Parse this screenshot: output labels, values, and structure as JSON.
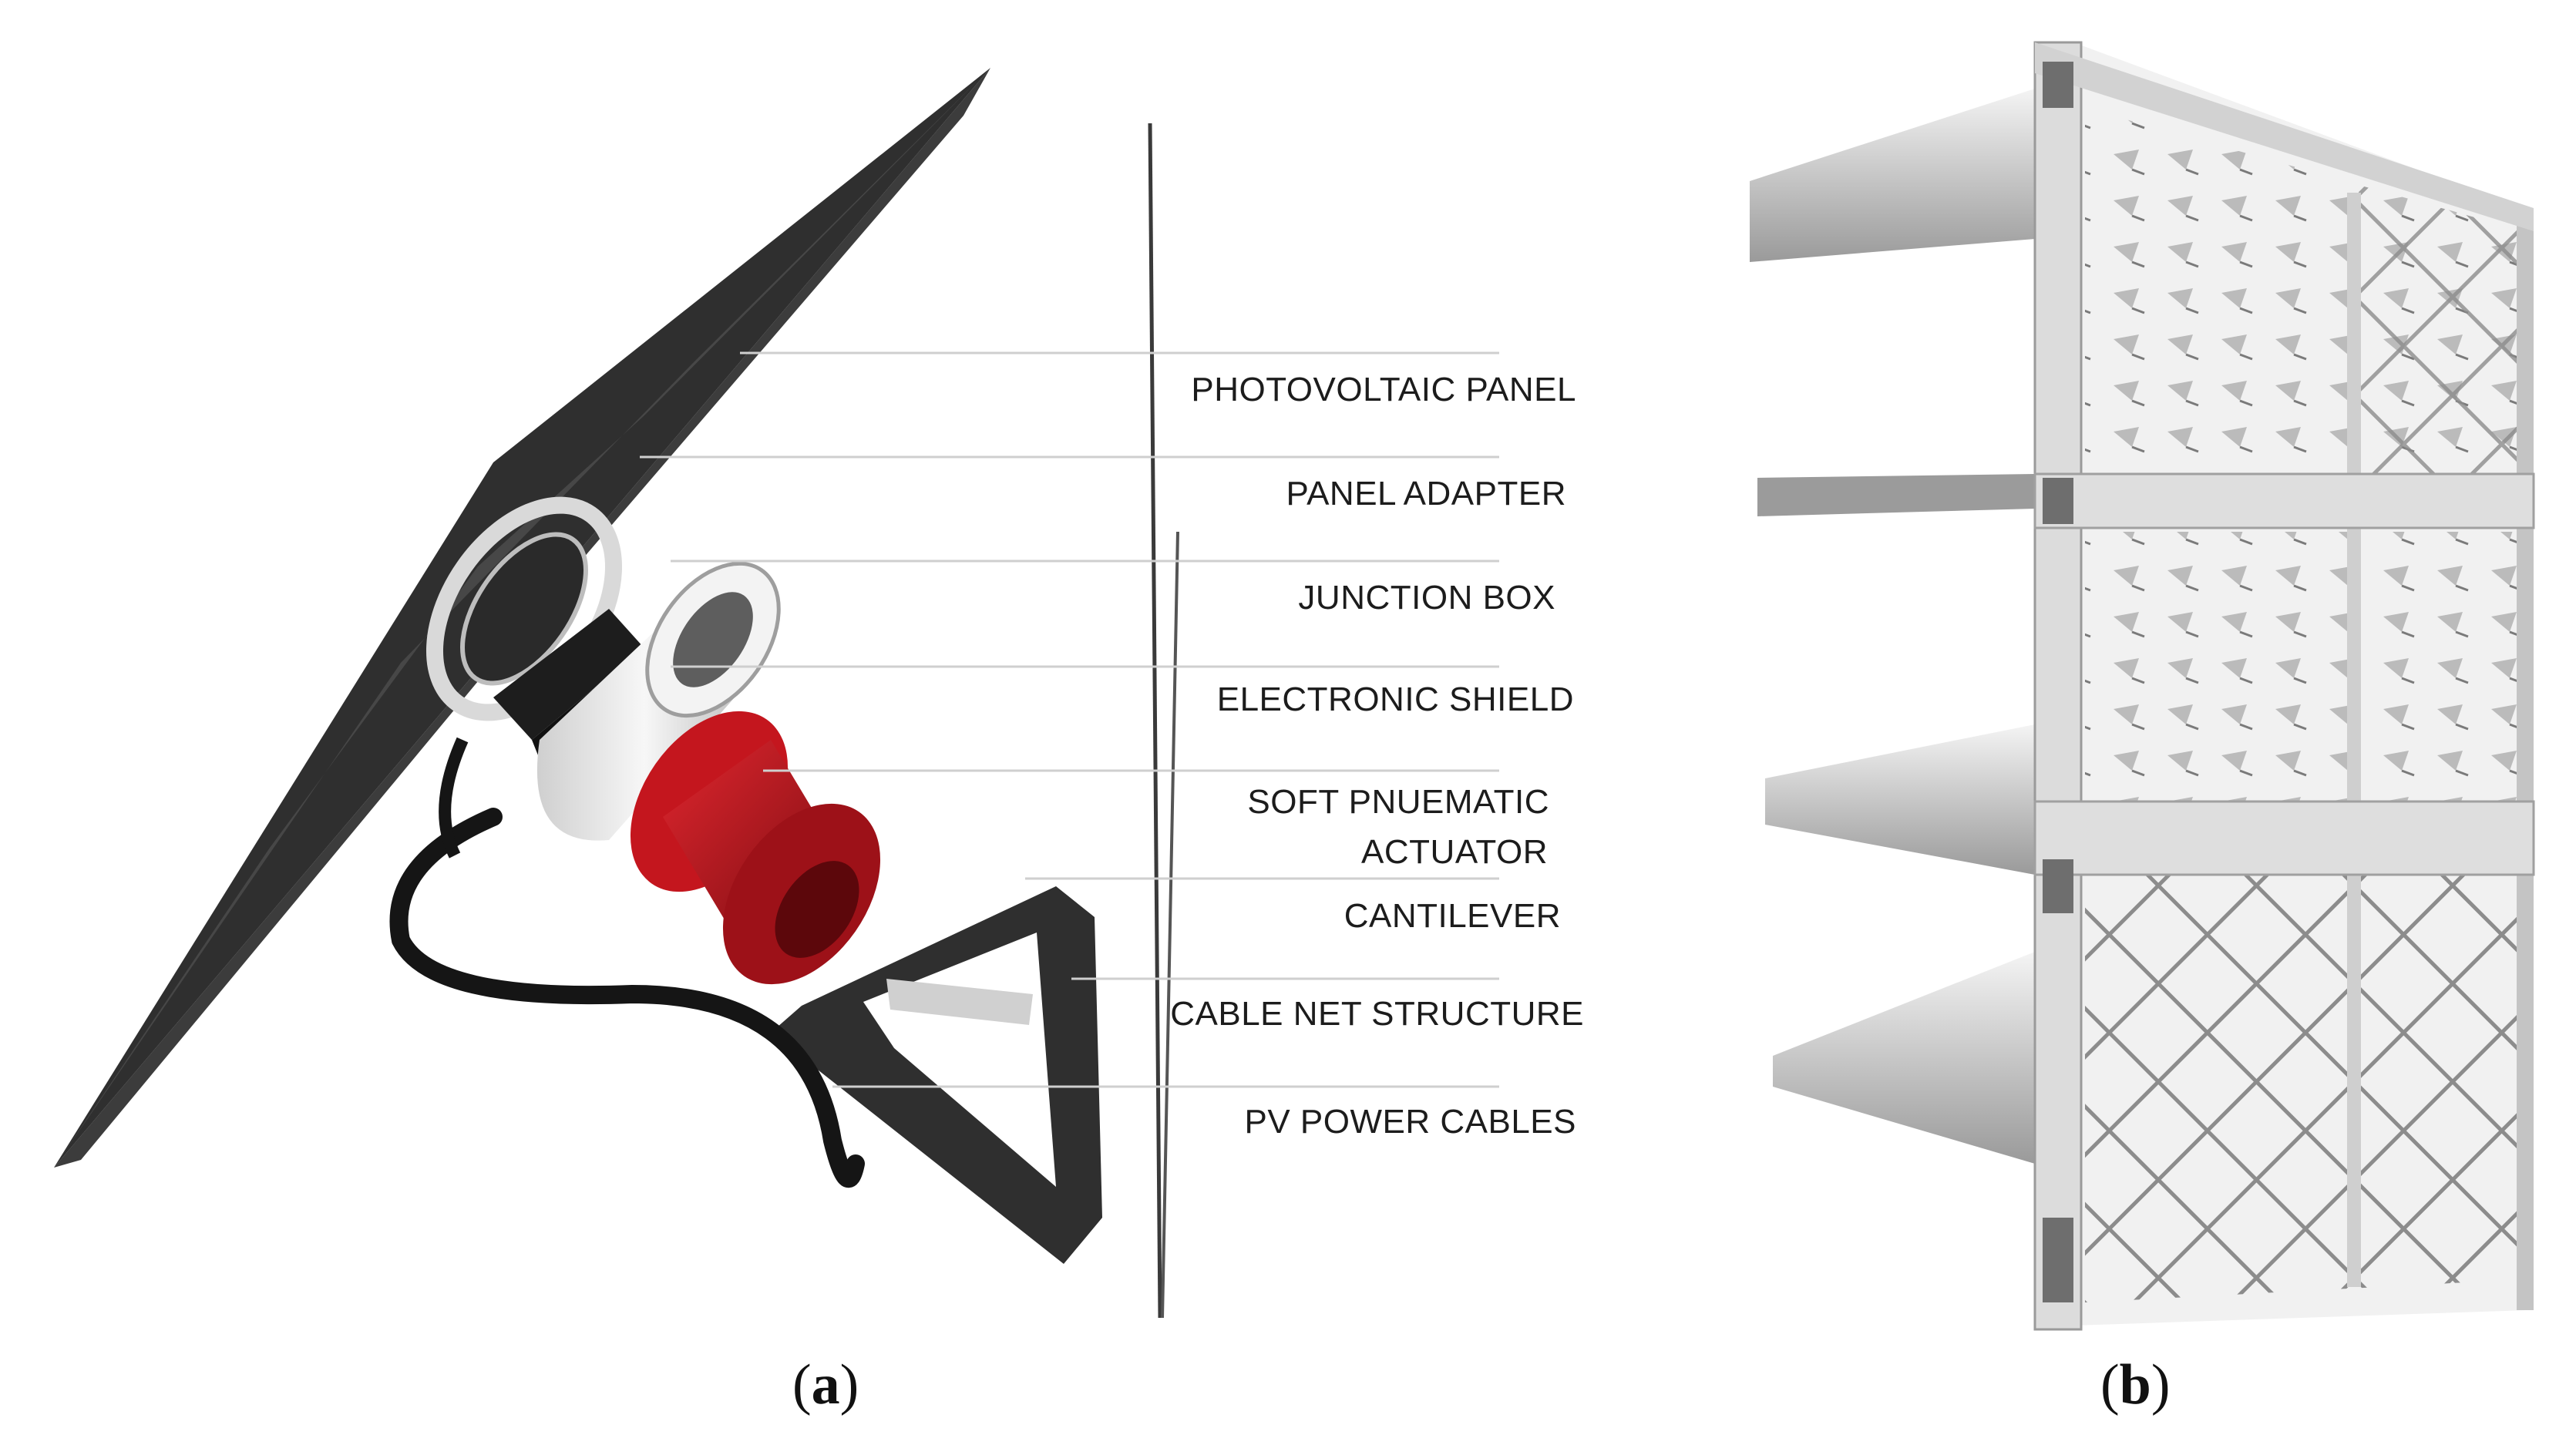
{
  "panel_a": {
    "labels": [
      "PHOTOVOLTAIC PANEL",
      "PANEL ADAPTER",
      "JUNCTION BOX",
      "ELECTRONIC SHIELD",
      "SOFT PNUEMATIC",
      "ACTUATOR",
      "CANTILEVER",
      "CABLE NET STRUCTURE",
      "PV POWER CABLES"
    ],
    "caption_letter": "a"
  },
  "panel_b": {
    "caption_letter": "b"
  },
  "colors": {
    "pv_panel": "#3a3a3a",
    "actuator": "#b0141b",
    "shield": "#e8e8e8",
    "cantilever": "#2f2f2f",
    "leader_line": "#c8c8c8",
    "facade_frame": "#d6d6d6"
  }
}
